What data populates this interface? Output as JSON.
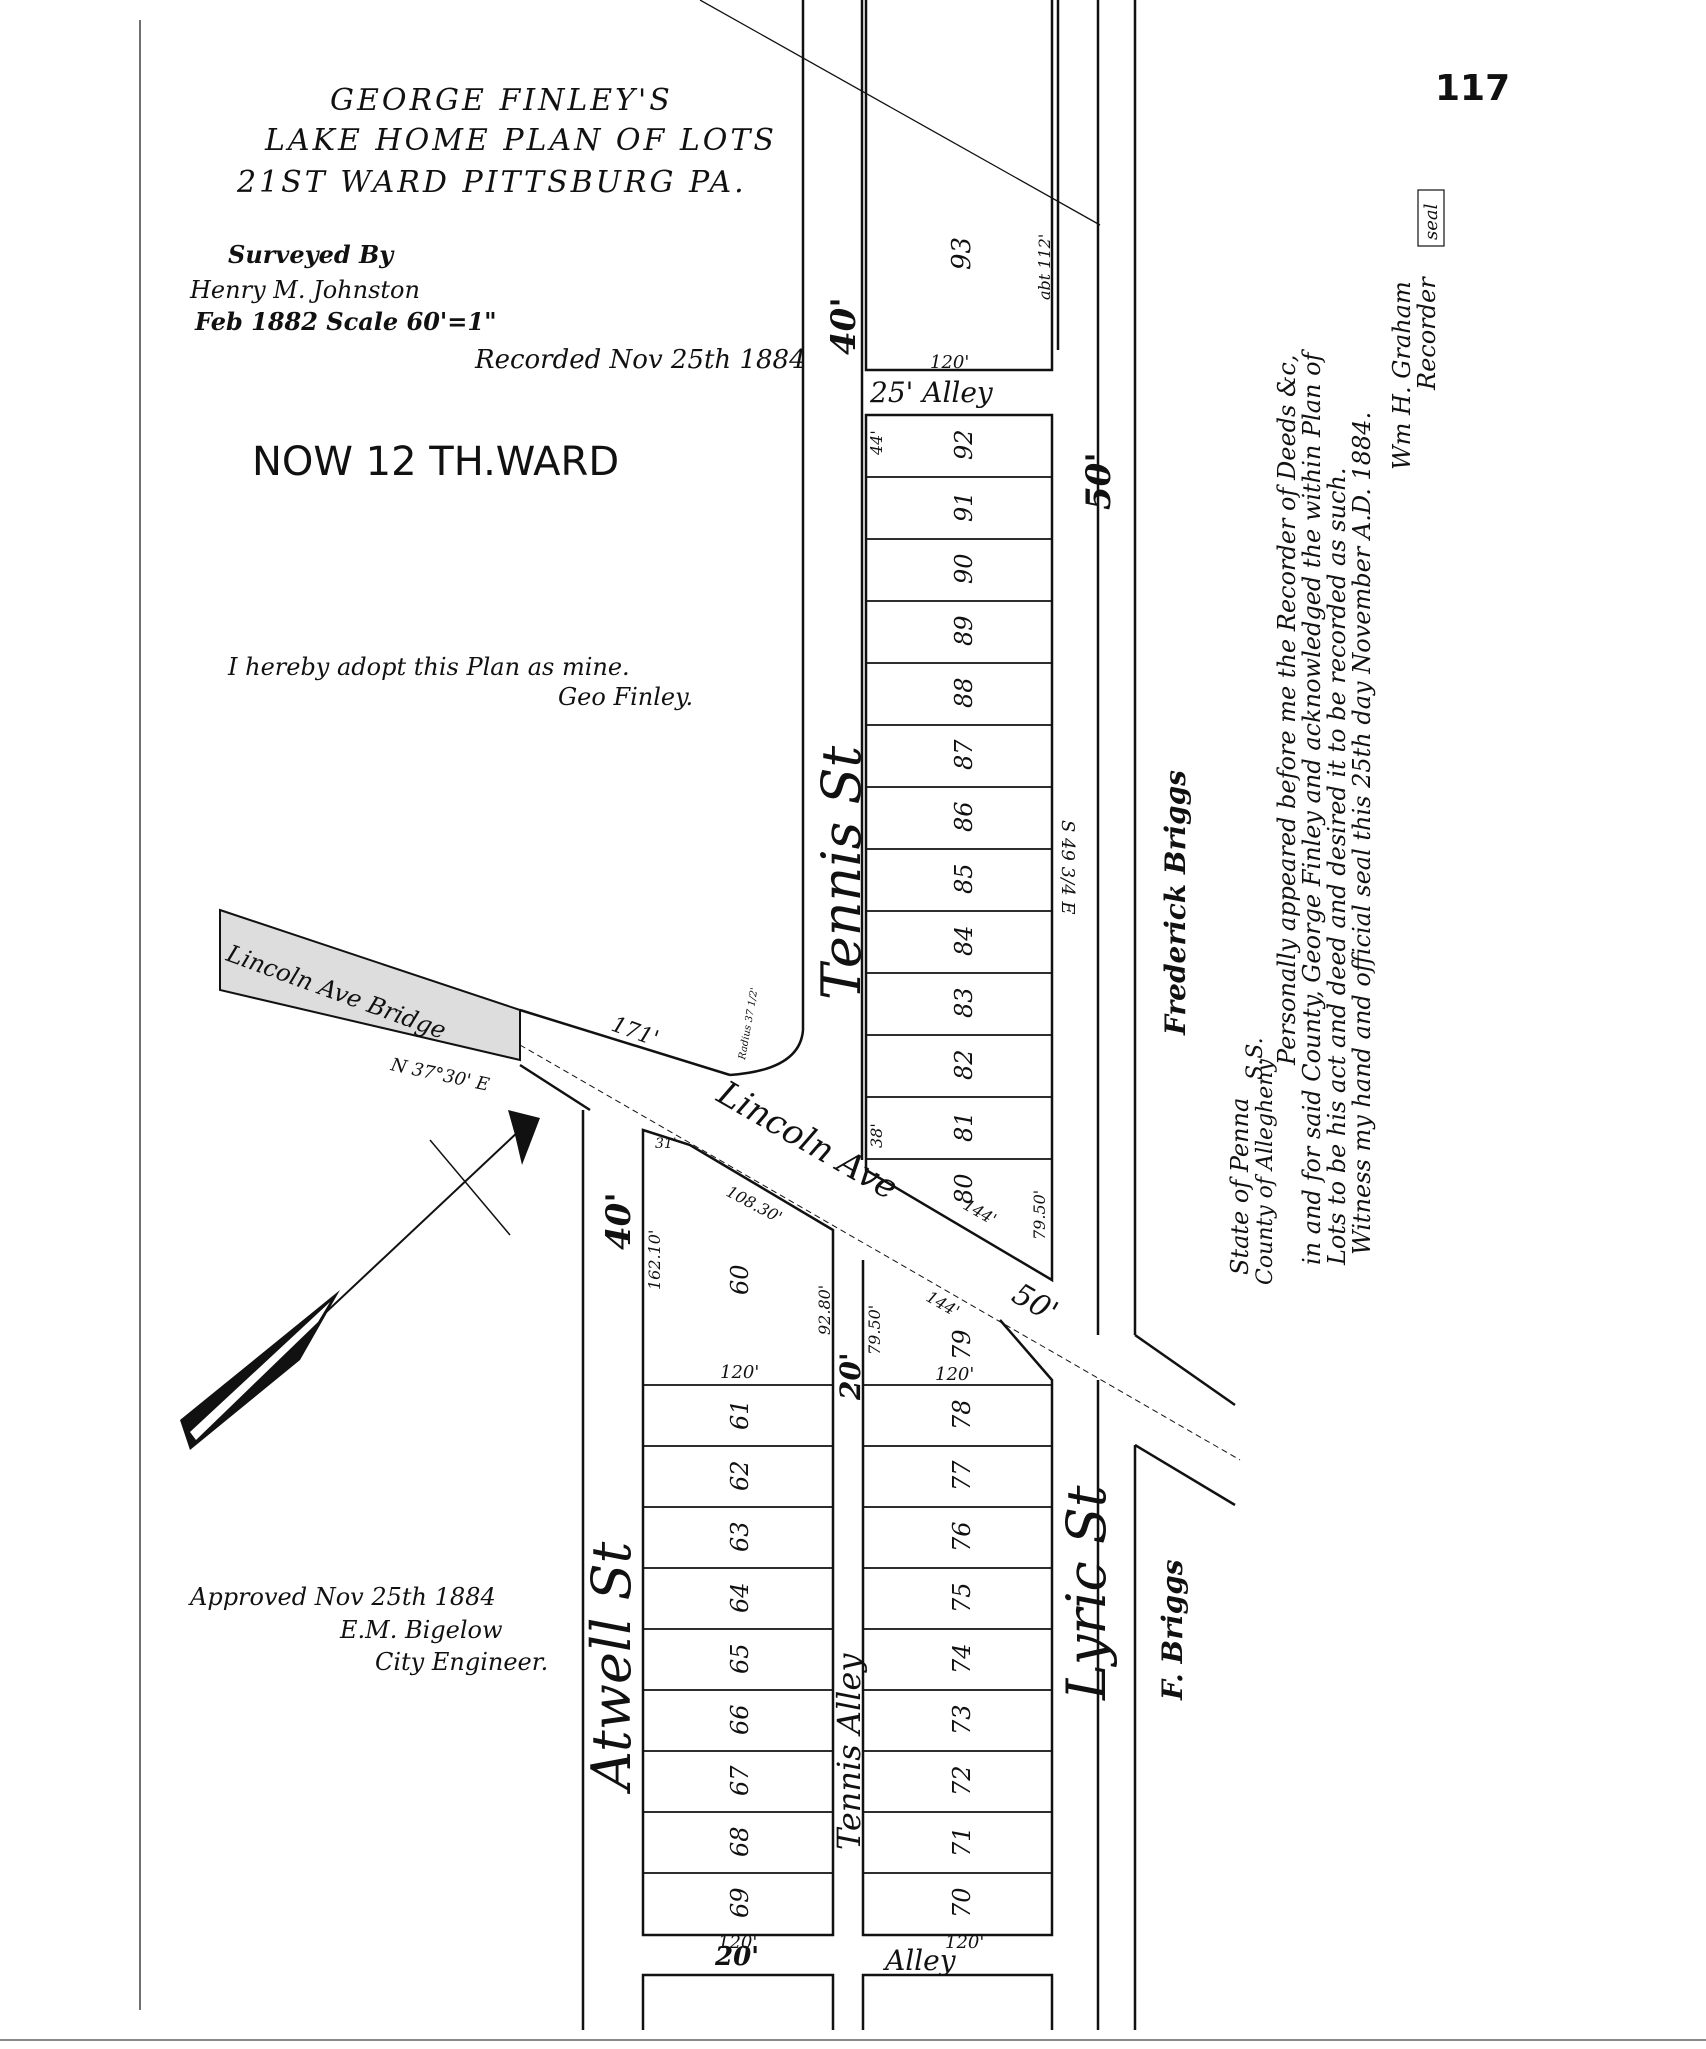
{
  "page_number": "117",
  "title": {
    "line1": "GEORGE FINLEY'S",
    "line2": "LAKE HOME PLAN OF LOTS",
    "line3": "21ST WARD PITTSBURG PA."
  },
  "survey": {
    "line1": "Surveyed By",
    "line2": "Henry M. Johnston",
    "line3": "Feb 1882 Scale 60'=1\"",
    "recorded": "Recorded Nov 25th 1884"
  },
  "ward_note": "NOW 12 TH.WARD",
  "adoption": {
    "line1": "I hereby adopt this Plan as mine.",
    "line2": "Geo Finley."
  },
  "approval": {
    "line1": "Approved Nov 25th 1884",
    "line2": "E.M. Bigelow",
    "line3": "City Engineer."
  },
  "certificate": {
    "state": "State of Penna",
    "county": "County of Allegheny",
    "ss": "S.S.",
    "line1": "Personally appeared before me the Recorder of Deeds &c,",
    "line2": "in and for said County, George Finley and acknowledged the within Plan of",
    "line3": "Lots to be his act and deed and desired it to be recorded as such.",
    "line4": "Witness my hand and official seal this 25th day November A.D. 1884.",
    "signer": "Wm H. Graham",
    "signer_title": "Recorder",
    "seal": "seal"
  },
  "streets": {
    "tennis_st": "Tennis St",
    "tennis_width": "40'",
    "lyric_st": "Lyric St",
    "lyric_width": "50'",
    "atwell_st": "Atwell St",
    "atwell_width": "40'",
    "lincoln_ave": "Lincoln Ave",
    "lincoln_width": "50'",
    "bridge": "Lincoln Ave Bridge",
    "tennis_alley": "Tennis Alley",
    "tennis_alley_width": "20'",
    "alley_top": "25' Alley",
    "alley_bottom_left": "20'",
    "alley_bottom_right": "Alley"
  },
  "owners": {
    "east_upper": "Frederick Briggs",
    "east_lower": "F. Briggs"
  },
  "bearings": {
    "bridge_bearing": "N 37°30' E",
    "lyric_bearing": "S 49 3/4 E",
    "bridge_length": "171'",
    "radius": "Radius 37 1/2'"
  },
  "dimensions": {
    "d120": "120'",
    "d40": "40'",
    "d44": "44'",
    "d38": "38'",
    "d144": "144'",
    "d144b": "144'",
    "d79_50a": "79.50'",
    "d79_50b": "79.50'",
    "d162_10": "162.10'",
    "d108_30": "108.30'",
    "d92_80": "92.80'",
    "d31": "31'",
    "abt112": "abt 112'",
    "ditto": "\""
  },
  "lots": {
    "upper_east": [
      "92",
      "91",
      "90",
      "89",
      "88",
      "87",
      "86",
      "85",
      "84",
      "83",
      "82",
      "81",
      "80"
    ],
    "lot93": "93",
    "left_block": [
      "60",
      "61",
      "62",
      "63",
      "64",
      "65",
      "66",
      "67",
      "68",
      "69"
    ],
    "right_block": [
      "79",
      "78",
      "77",
      "76",
      "75",
      "74",
      "73",
      "72",
      "71",
      "70"
    ]
  }
}
